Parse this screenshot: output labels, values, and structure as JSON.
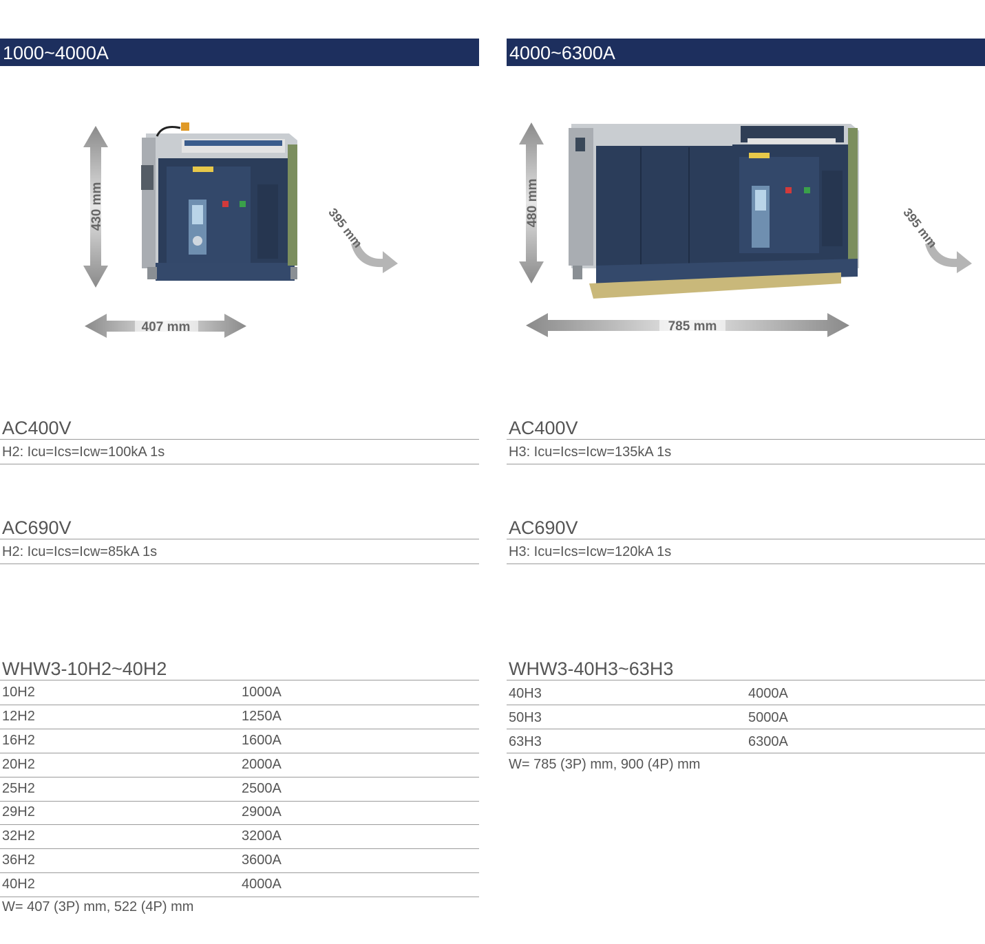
{
  "left": {
    "header": "1000~4000A",
    "dims": {
      "height": "430 mm",
      "width": "407 mm",
      "depth": "395 mm"
    },
    "ac400": {
      "title": "AC400V",
      "rating": "H2: Icu=Ics=Icw=100kA 1s"
    },
    "ac690": {
      "title": "AC690V",
      "rating": "H2: Icu=Ics=Icw=85kA 1s"
    },
    "models": {
      "title": "WHW3-10H2~40H2",
      "rows": [
        {
          "model": "10H2",
          "current": "1000A"
        },
        {
          "model": "12H2",
          "current": "1250A"
        },
        {
          "model": "16H2",
          "current": "1600A"
        },
        {
          "model": "20H2",
          "current": "2000A"
        },
        {
          "model": "25H2",
          "current": "2500A"
        },
        {
          "model": "29H2",
          "current": "2900A"
        },
        {
          "model": "32H2",
          "current": "3200A"
        },
        {
          "model": "36H2",
          "current": "3600A"
        },
        {
          "model": "40H2",
          "current": "4000A"
        }
      ],
      "note": "W= 407 (3P) mm, 522 (4P) mm"
    }
  },
  "right": {
    "header": "4000~6300A",
    "dims": {
      "height": "480 mm",
      "width": "785 mm",
      "depth": "395 mm"
    },
    "ac400": {
      "title": "AC400V",
      "rating": "H3: Icu=Ics=Icw=135kA 1s"
    },
    "ac690": {
      "title": "AC690V",
      "rating": "H3: Icu=Ics=Icw=120kA 1s"
    },
    "models": {
      "title": "WHW3-40H3~63H3",
      "rows": [
        {
          "model": "40H3",
          "current": "4000A"
        },
        {
          "model": "50H3",
          "current": "5000A"
        },
        {
          "model": "63H3",
          "current": "6300A"
        }
      ],
      "note": "W= 785 (3P) mm, 900 (4P) mm"
    }
  },
  "colors": {
    "header_bg": "#1d2f5e",
    "rule": "#9a9a9a",
    "breaker_body": "#2b3d5a"
  }
}
